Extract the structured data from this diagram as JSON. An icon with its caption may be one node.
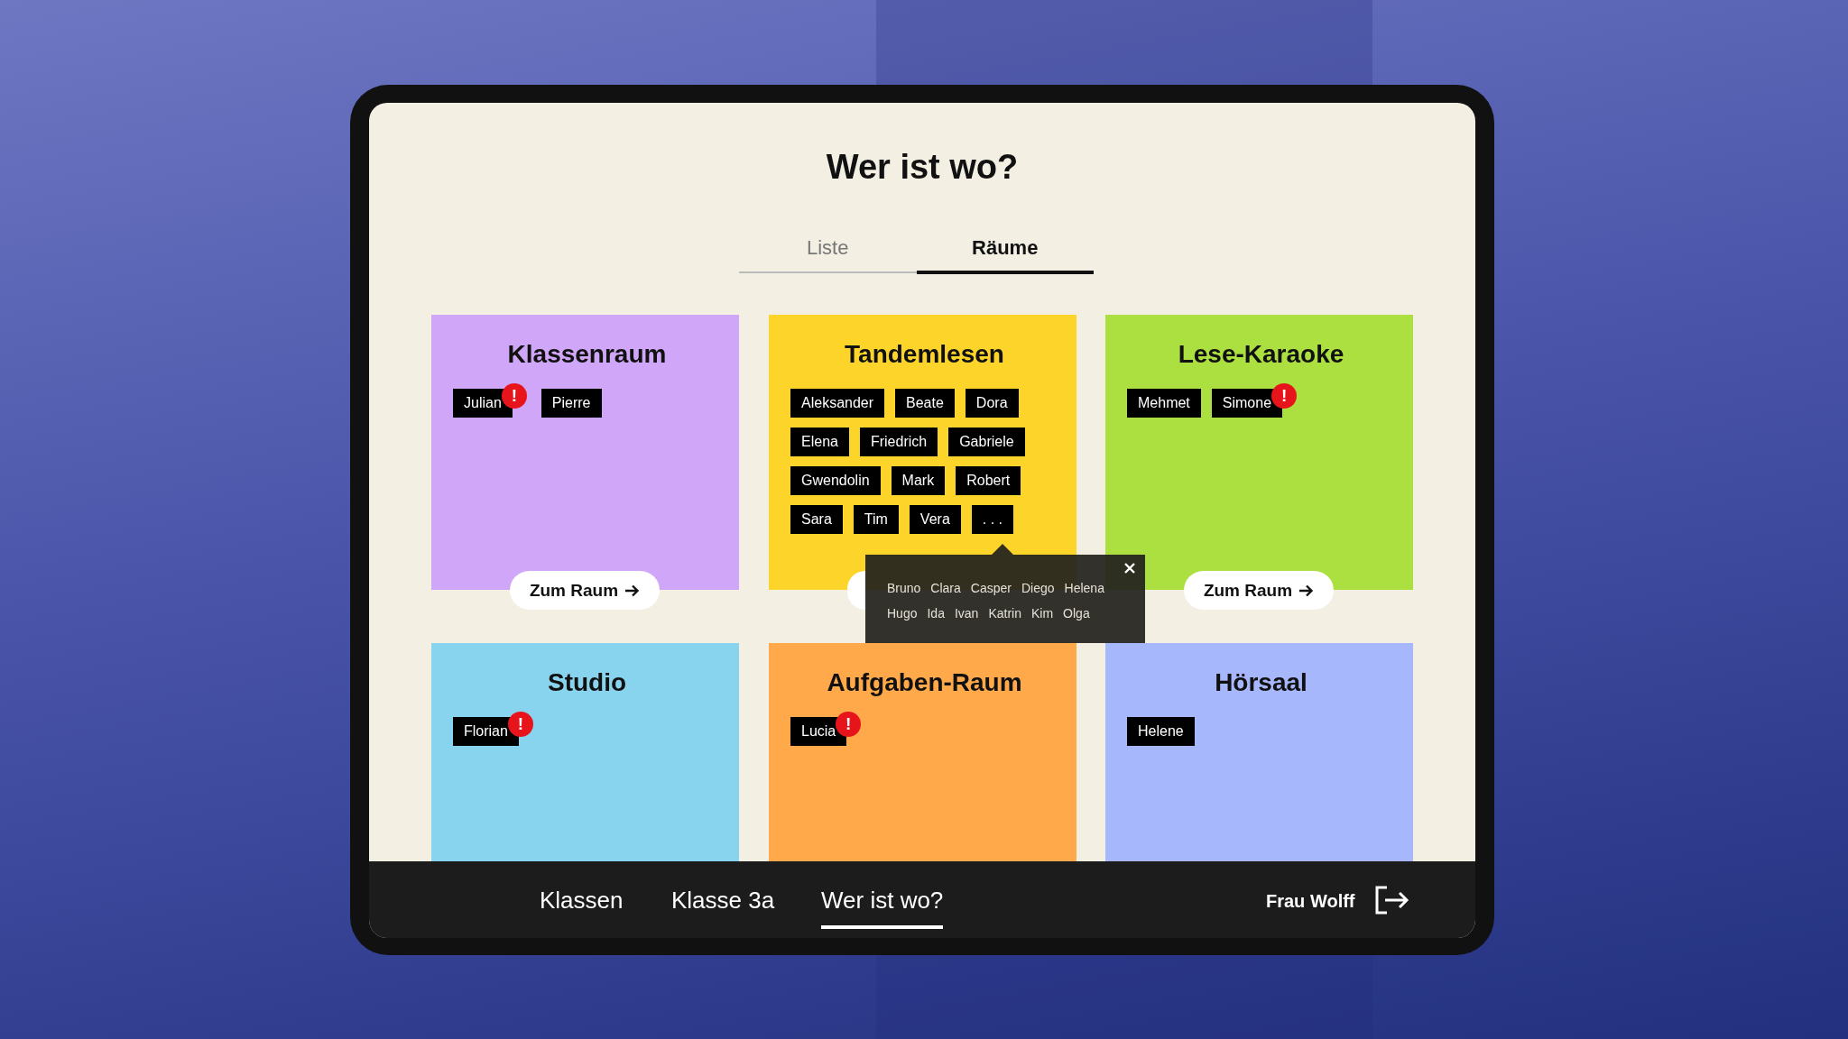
{
  "diagram": {
    "title": "Wer ist wo?",
    "nodes": [
      {
        "text": [
          "Klassenraum"
        ]
      },
      {
        "text": [
          "Julian"
        ],
        "in": 0,
        "beside": [
          "!"
        ]
      },
      {
        "text": [
          "Pierre"
        ],
        "in": 0
      },
      {
        "text": [
          "Zum Raum"
        ]
      },
      {
        "text": [
          "Tandemlesen"
        ]
      },
      {
        "text": [
          "Aleksander"
        ],
        "in": 4
      },
      {
        "text": [
          "Beate"
        ],
        "in": 4
      },
      {
        "text": [
          "Dora"
        ],
        "in": 4
      },
      {
        "text": [
          "Elena"
        ],
        "in": 4
      },
      {
        "text": [
          "Friedrich"
        ],
        "in": 4
      },
      {
        "text": [
          "Gabriele"
        ],
        "in": 4
      },
      {
        "text": [
          "Gwendolin"
        ],
        "in": 4
      },
      {
        "text": [
          "Mark"
        ],
        "in": 4
      },
      {
        "text": [
          "Robert"
        ],
        "in": 4
      },
      {
        "text": [
          "Sara"
        ],
        "in": 4
      },
      {
        "text": [
          "Tim"
        ],
        "in": 4
      },
      {
        "text": [
          "Vera"
        ],
        "in": 4
      },
      {
        "text": [
          ". . ."
        ],
        "in": 4
      },
      {
        "text": [],
        "shape": "box"
      },
      {
        "text": [
          "Lese-Karaoke"
        ]
      },
      {
        "text": [
          "Mehmet"
        ],
        "in": 19
      },
      {
        "text": [
          "Simone"
        ],
        "in": 19,
        "beside": [
          "!"
        ]
      },
      {
        "text": [
          "Zum Raum"
        ]
      },
      {
        "text": [
          "Bruno",
          "Clara",
          "Casper",
          "Diego",
          "Helena",
          "Hugo",
          "Ida",
          "Ivan",
          "Katrin",
          "Kim",
          "Olga"
        ]
      },
      {
        "text": [
          "Studio"
        ]
      },
      {
        "text": [
          "Florian"
        ],
        "in": 24,
        "beside": [
          "!"
        ]
      },
      {
        "text": [
          "Aufgaben-Raum"
        ]
      },
      {
        "text": [
          "Lucia"
        ],
        "in": 26,
        "beside": [
          "!"
        ]
      },
      {
        "text": [
          "Hörsaal"
        ]
      },
      {
        "text": [
          "Helene"
        ],
        "in": 28
      }
    ],
    "labels": [
      "Liste",
      "Räume",
      "Klassen",
      "Klasse 3a",
      "Wer ist wo?",
      "Frau Wolff"
    ]
  }
}
